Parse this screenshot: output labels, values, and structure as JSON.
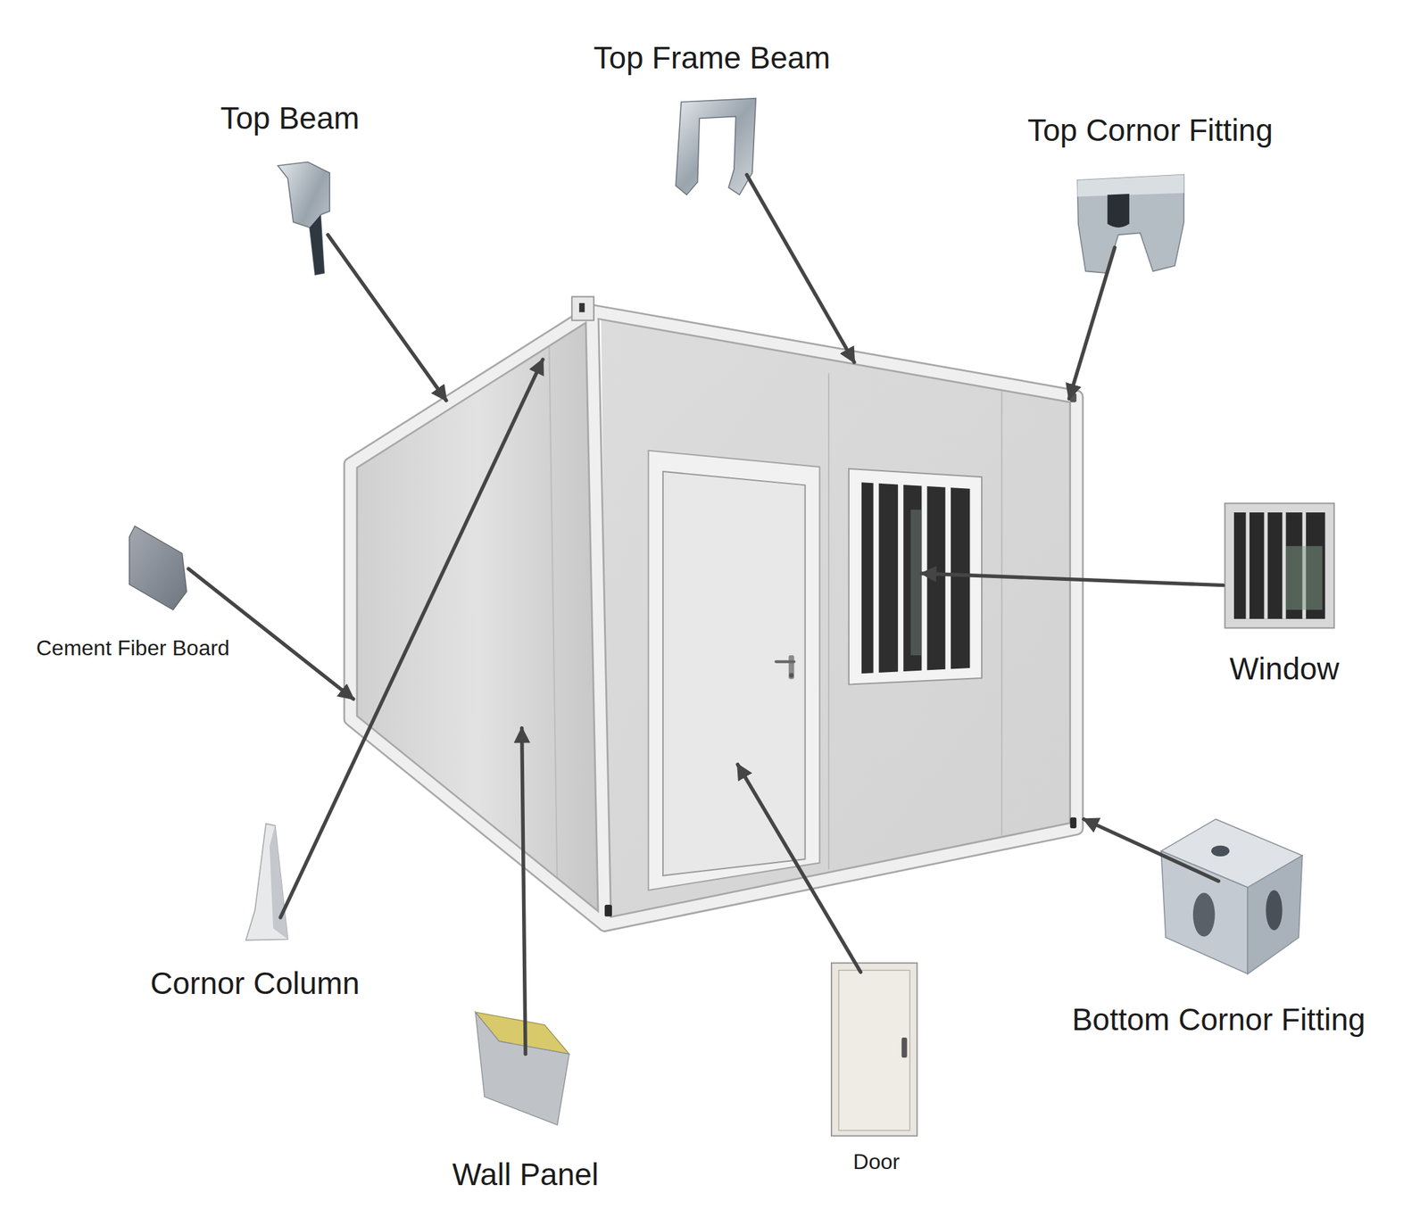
{
  "diagram": {
    "labels": [
      "Top Frame Beam",
      "Top Beam",
      "Top Cornor Fitting",
      "Cement Fiber Board",
      "Window",
      "Cornor Column",
      "Bottom Cornor Fitting",
      "Wall Panel",
      "Door"
    ]
  }
}
